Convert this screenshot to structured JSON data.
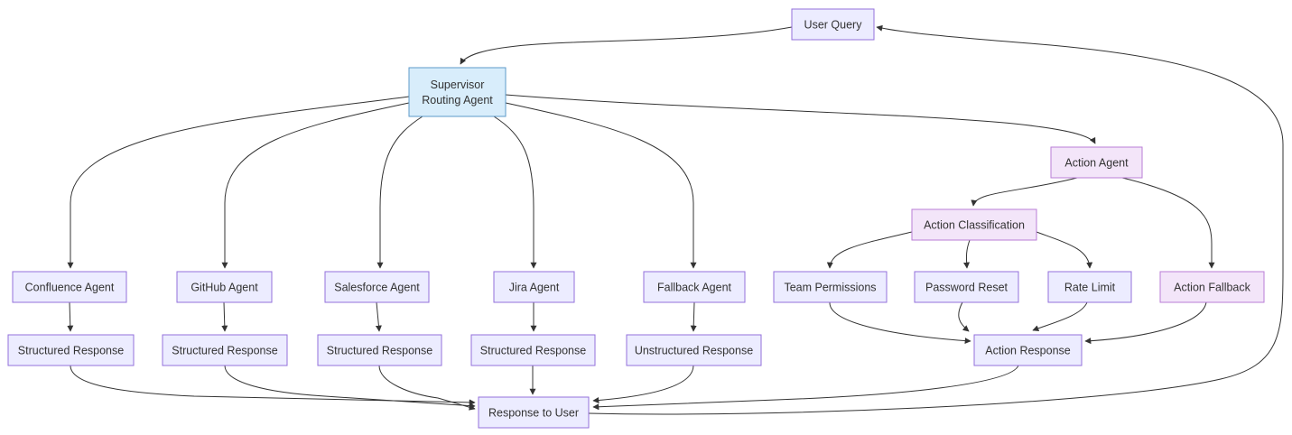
{
  "diagram": {
    "type": "flowchart",
    "direction": "top-down",
    "colors": {
      "default_fill": "#ECECFF",
      "default_stroke": "#9370DB",
      "supervisor_fill": "#d8edfb",
      "supervisor_stroke": "#5d9ac9",
      "action_fill": "#f3e5f9",
      "action_stroke": "#b97dd6",
      "edge_stroke": "#333333",
      "text_color": "#333333",
      "background": "#ffffff"
    },
    "nodes": [
      {
        "id": "user_query",
        "label": "User Query",
        "type": "default"
      },
      {
        "id": "supervisor",
        "label": "Supervisor Routing Agent",
        "label_lines": [
          "Supervisor",
          "Routing Agent"
        ],
        "type": "supervisor"
      },
      {
        "id": "action_agent",
        "label": "Action Agent",
        "type": "action"
      },
      {
        "id": "action_classification",
        "label": "Action Classification",
        "type": "action"
      },
      {
        "id": "confluence_agent",
        "label": "Confluence Agent",
        "type": "default"
      },
      {
        "id": "github_agent",
        "label": "GitHub Agent",
        "type": "default"
      },
      {
        "id": "salesforce_agent",
        "label": "Salesforce Agent",
        "type": "default"
      },
      {
        "id": "jira_agent",
        "label": "Jira Agent",
        "type": "default"
      },
      {
        "id": "fallback_agent",
        "label": "Fallback Agent",
        "type": "default"
      },
      {
        "id": "team_permissions",
        "label": "Team Permissions",
        "type": "default"
      },
      {
        "id": "password_reset",
        "label": "Password Reset",
        "type": "default"
      },
      {
        "id": "rate_limit",
        "label": "Rate Limit",
        "type": "default"
      },
      {
        "id": "action_fallback",
        "label": "Action Fallback",
        "type": "action"
      },
      {
        "id": "structured_response_1",
        "label": "Structured Response",
        "type": "default"
      },
      {
        "id": "structured_response_2",
        "label": "Structured Response",
        "type": "default"
      },
      {
        "id": "structured_response_3",
        "label": "Structured Response",
        "type": "default"
      },
      {
        "id": "structured_response_4",
        "label": "Structured Response",
        "type": "default"
      },
      {
        "id": "unstructured_response",
        "label": "Unstructured Response",
        "type": "default"
      },
      {
        "id": "action_response",
        "label": "Action Response",
        "type": "default"
      },
      {
        "id": "response_to_user",
        "label": "Response to User",
        "type": "default"
      }
    ],
    "edges": [
      {
        "from": "user_query",
        "to": "supervisor"
      },
      {
        "from": "supervisor",
        "to": "confluence_agent"
      },
      {
        "from": "supervisor",
        "to": "github_agent"
      },
      {
        "from": "supervisor",
        "to": "salesforce_agent"
      },
      {
        "from": "supervisor",
        "to": "jira_agent"
      },
      {
        "from": "supervisor",
        "to": "fallback_agent"
      },
      {
        "from": "supervisor",
        "to": "action_agent"
      },
      {
        "from": "confluence_agent",
        "to": "structured_response_1"
      },
      {
        "from": "github_agent",
        "to": "structured_response_2"
      },
      {
        "from": "salesforce_agent",
        "to": "structured_response_3"
      },
      {
        "from": "jira_agent",
        "to": "structured_response_4"
      },
      {
        "from": "fallback_agent",
        "to": "unstructured_response"
      },
      {
        "from": "action_agent",
        "to": "action_classification"
      },
      {
        "from": "action_agent",
        "to": "action_fallback"
      },
      {
        "from": "action_classification",
        "to": "team_permissions"
      },
      {
        "from": "action_classification",
        "to": "password_reset"
      },
      {
        "from": "action_classification",
        "to": "rate_limit"
      },
      {
        "from": "team_permissions",
        "to": "action_response"
      },
      {
        "from": "password_reset",
        "to": "action_response"
      },
      {
        "from": "rate_limit",
        "to": "action_response"
      },
      {
        "from": "action_fallback",
        "to": "action_response"
      },
      {
        "from": "structured_response_1",
        "to": "response_to_user"
      },
      {
        "from": "structured_response_2",
        "to": "response_to_user"
      },
      {
        "from": "structured_response_3",
        "to": "response_to_user"
      },
      {
        "from": "structured_response_4",
        "to": "response_to_user"
      },
      {
        "from": "unstructured_response",
        "to": "response_to_user"
      },
      {
        "from": "action_response",
        "to": "response_to_user"
      },
      {
        "from": "response_to_user",
        "to": "user_query"
      }
    ]
  }
}
